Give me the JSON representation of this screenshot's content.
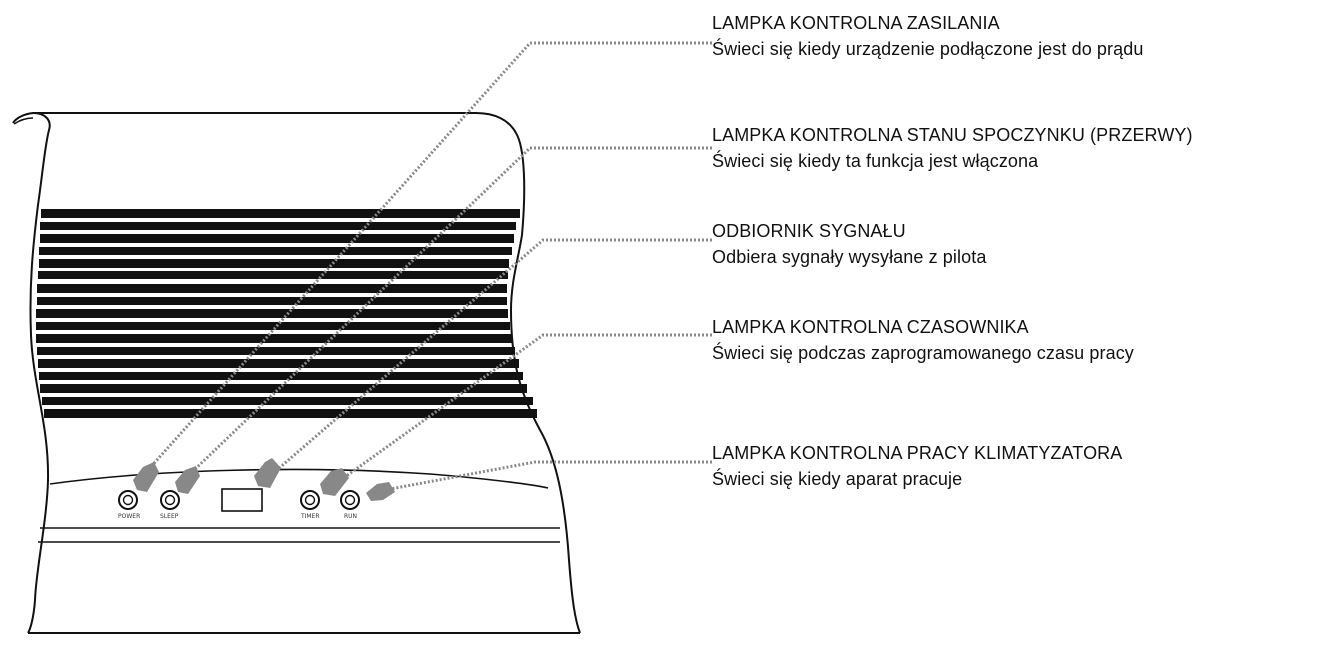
{
  "callouts": [
    {
      "title": "LAMPKA KONTROLNA ZASILANIA",
      "description": "Świeci się kiedy urządzenie podłączone jest do prądu"
    },
    {
      "title": "LAMPKA KONTROLNA STANU SPOCZYNKU (PRZERWY)",
      "description": "Świeci się kiedy ta funkcja jest włączona"
    },
    {
      "title": "ODBIORNIK SYGNAŁU",
      "description": "Odbiera sygnały wysyłane z pilota"
    },
    {
      "title": "LAMPKA KONTROLNA CZASOWNIKA",
      "description": "Świeci się podczas zaprogramowanego czasu pracy"
    },
    {
      "title": "LAMPKA KONTROLNA PRACY KLIMATYZATORA",
      "description": "Świeci się kiedy aparat pracuje"
    }
  ],
  "panel_labels": {
    "power": "POWER",
    "sleep": "SLEEP",
    "timer": "TIMER",
    "run": "RUN"
  },
  "colors": {
    "line": "#111111",
    "leader": "#8a8a8a",
    "arrow": "#888888"
  }
}
